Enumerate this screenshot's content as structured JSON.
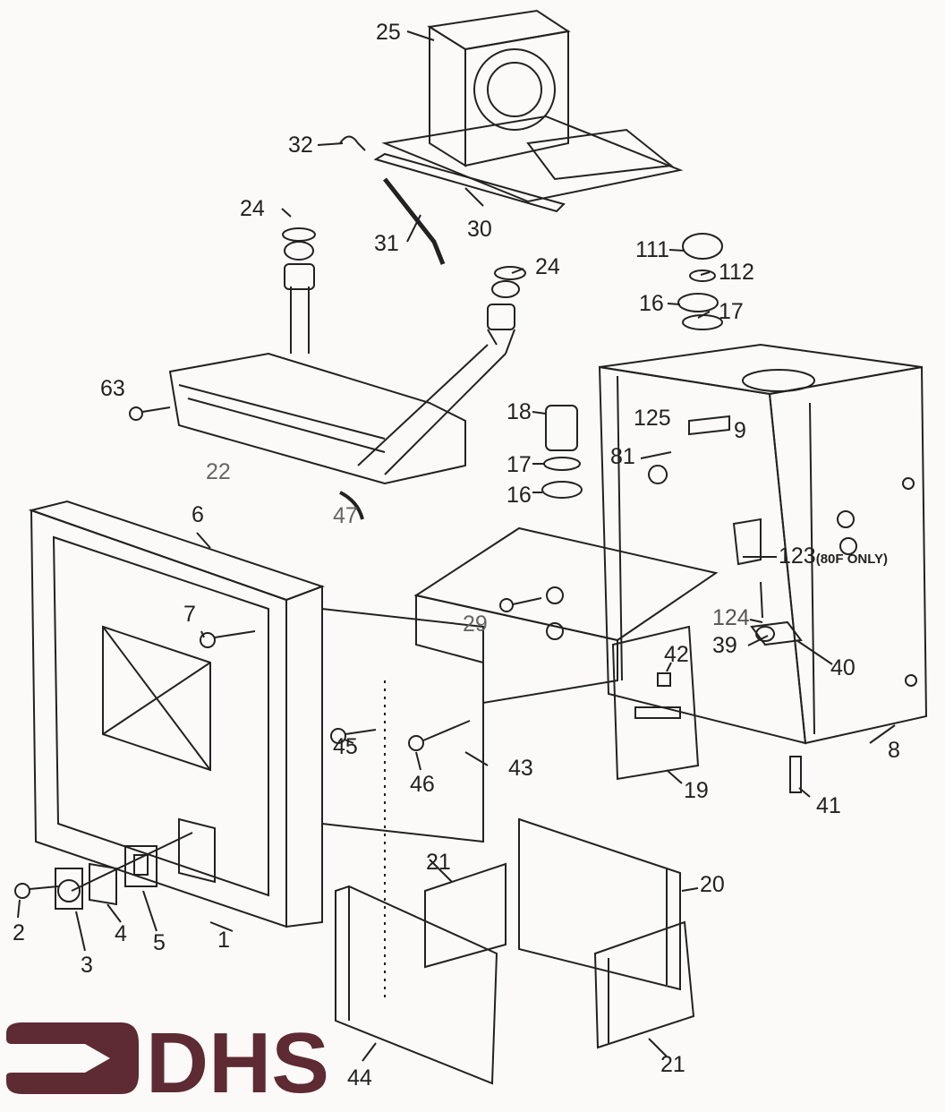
{
  "diagram": {
    "title": "Boiler exploded parts diagram",
    "labels": [
      "25",
      "32",
      "31",
      "30",
      "24",
      "24",
      "111",
      "112",
      "16",
      "17",
      "63",
      "22",
      "18",
      "125",
      "9",
      "17",
      "81",
      "16",
      "47",
      "6",
      "123",
      "7",
      "29",
      "124",
      "42",
      "39",
      "40",
      "45",
      "46",
      "43",
      "19",
      "8",
      "41",
      "21",
      "20",
      "2",
      "4",
      "5",
      "3",
      "1",
      "44",
      "21"
    ],
    "note_123": "(80F ONLY)"
  },
  "logo": {
    "text": "DHS",
    "color": "#5e2a33"
  }
}
